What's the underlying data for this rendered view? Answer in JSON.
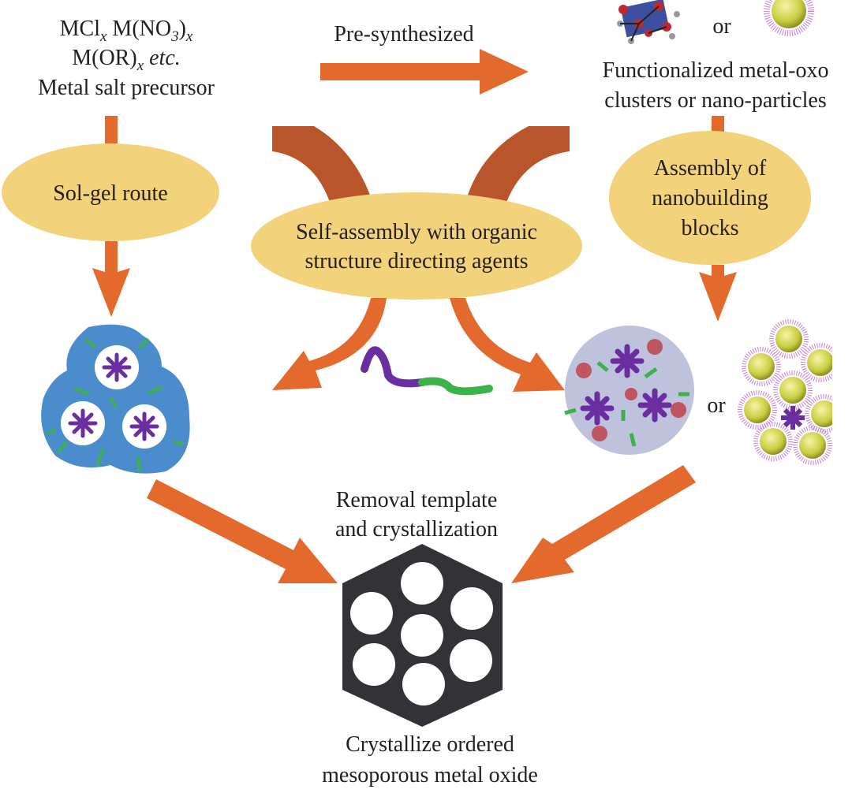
{
  "colors": {
    "arrow": "#e36a2c",
    "arc_arrow": "#b9552a",
    "ellipse": "#f2d27a",
    "hexagon": "#333236",
    "silica": "#4a8ccc",
    "surfactant_head": "#6a2ea0",
    "surfactant_tail": "#3cb24a",
    "nanoparticle": "#d8dc5a",
    "nanoparticle_halo": "#c77fd9"
  },
  "precursor": {
    "line1_a": "MCl",
    "line1_a_sub": "x",
    "line1_b": " M(NO",
    "line1_b_sub": "3",
    "line1_b_close": ")",
    "line1_b_sub2": "x",
    "line2_a": "M(OR)",
    "line2_a_sub": "x",
    "line2_b": " etc.",
    "line3": "Metal salt precursor"
  },
  "presynth_label": "Pre-synthesized",
  "building_blocks": {
    "or": "or",
    "line1": "Functionalized metal-oxo",
    "line2": "clusters or nano-particles",
    "icons": [
      "metal-oxo-cluster-icon",
      "nanoparticle-icon"
    ]
  },
  "solgel": {
    "label": "Sol-gel route"
  },
  "self_assembly": {
    "line1": "Self-assembly with organic",
    "line2": "structure directing agents"
  },
  "nbb_assembly": {
    "line1": "Assembly of",
    "line2": "nanobuilding",
    "line3": "blocks"
  },
  "mesostructure_or": "or",
  "removal": {
    "line1": "Removal template",
    "line2": "and crystallization"
  },
  "product": {
    "line1": "Crystallize ordered",
    "line2": "mesoporous metal oxide"
  }
}
